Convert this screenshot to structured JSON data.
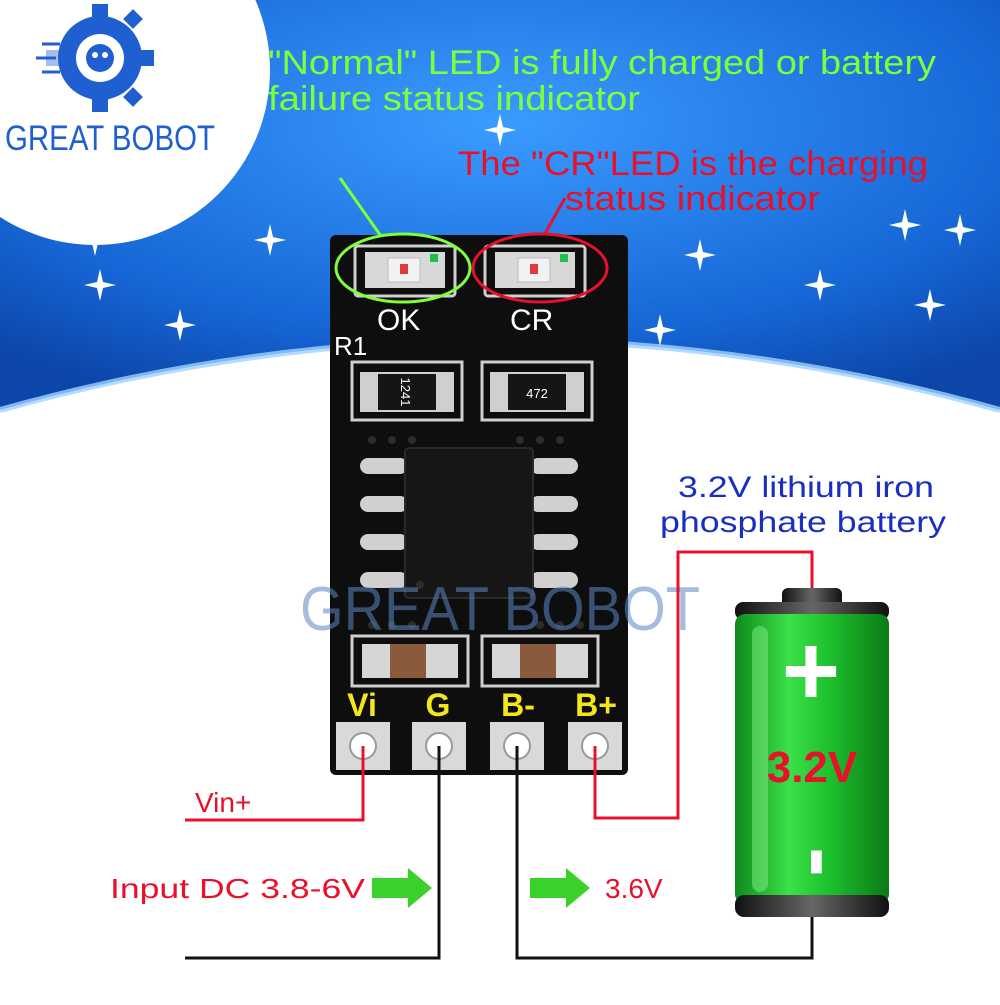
{
  "brand": {
    "name": "GREAT BOBOT",
    "watermark": "GREAT BOBOT"
  },
  "annotations": {
    "ok_led": [
      "\"Normal\" LED is fully charged or battery",
      "failure status indicator"
    ],
    "cr_led": [
      "The \"CR\"LED is the charging",
      "status indicator"
    ],
    "battery_type": [
      "3.2V lithium iron",
      "phosphate battery"
    ]
  },
  "board": {
    "led_labels": [
      "OK",
      "CR"
    ],
    "resistor_ref": "R1",
    "resistor_codes": [
      "1241",
      "472"
    ],
    "pins": [
      "Vi",
      "G",
      "B-",
      "B+"
    ]
  },
  "wiring": {
    "vin_label": "Vin+",
    "input_label": "Input DC 3.8-6V",
    "output_label": "3.6V"
  },
  "battery": {
    "voltage": "3.2V",
    "plus": "+",
    "minus": "-"
  },
  "colors": {
    "sky": "#1a78e6",
    "annotation_green": "#7fff3a",
    "annotation_red": "#e8102a",
    "pin_label": "#f5e61c",
    "battery_text": "#1a2fbf",
    "wire_red": "#e8102a",
    "arrow_green": "#39d12a",
    "battery_green": "#19c22a"
  }
}
